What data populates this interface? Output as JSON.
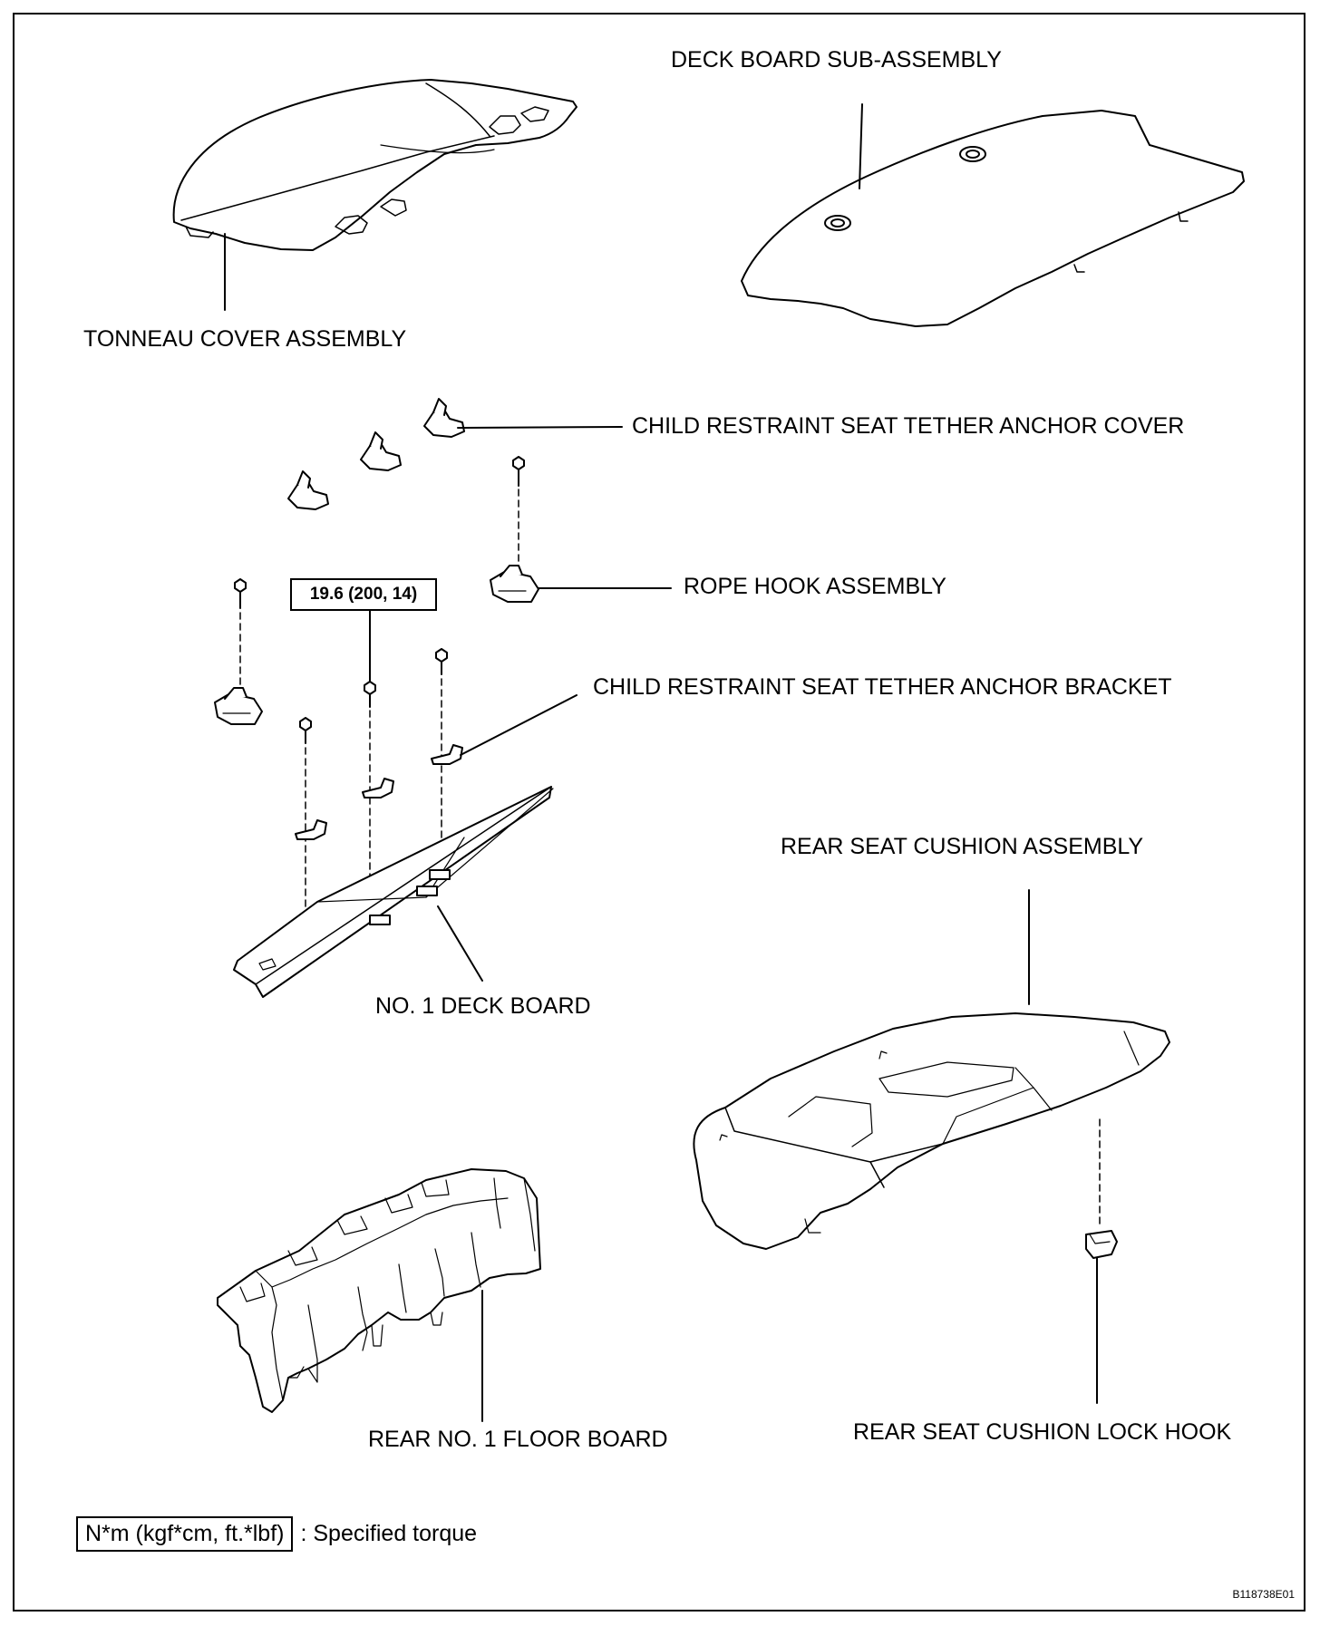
{
  "labels": {
    "deck_board_sub_assembly": "DECK BOARD SUB-ASSEMBLY",
    "tonneau_cover_assembly": "TONNEAU COVER ASSEMBLY",
    "child_restraint_cover": "CHILD RESTRAINT SEAT TETHER ANCHOR COVER",
    "rope_hook_assembly": "ROPE HOOK ASSEMBLY",
    "child_restraint_bracket": "CHILD RESTRAINT SEAT TETHER ANCHOR BRACKET",
    "rear_seat_cushion_assembly": "REAR SEAT CUSHION ASSEMBLY",
    "no1_deck_board": "NO. 1 DECK BOARD",
    "rear_no1_floor_board": "REAR NO. 1 FLOOR BOARD",
    "rear_seat_cushion_lock_hook": "REAR SEAT CUSHION LOCK HOOK"
  },
  "torque_value": "19.6 (200, 14)",
  "legend": {
    "unit_box": "N*m (kgf*cm, ft.*lbf)",
    "description": ": Specified torque"
  },
  "figure_code": "B118738E01"
}
